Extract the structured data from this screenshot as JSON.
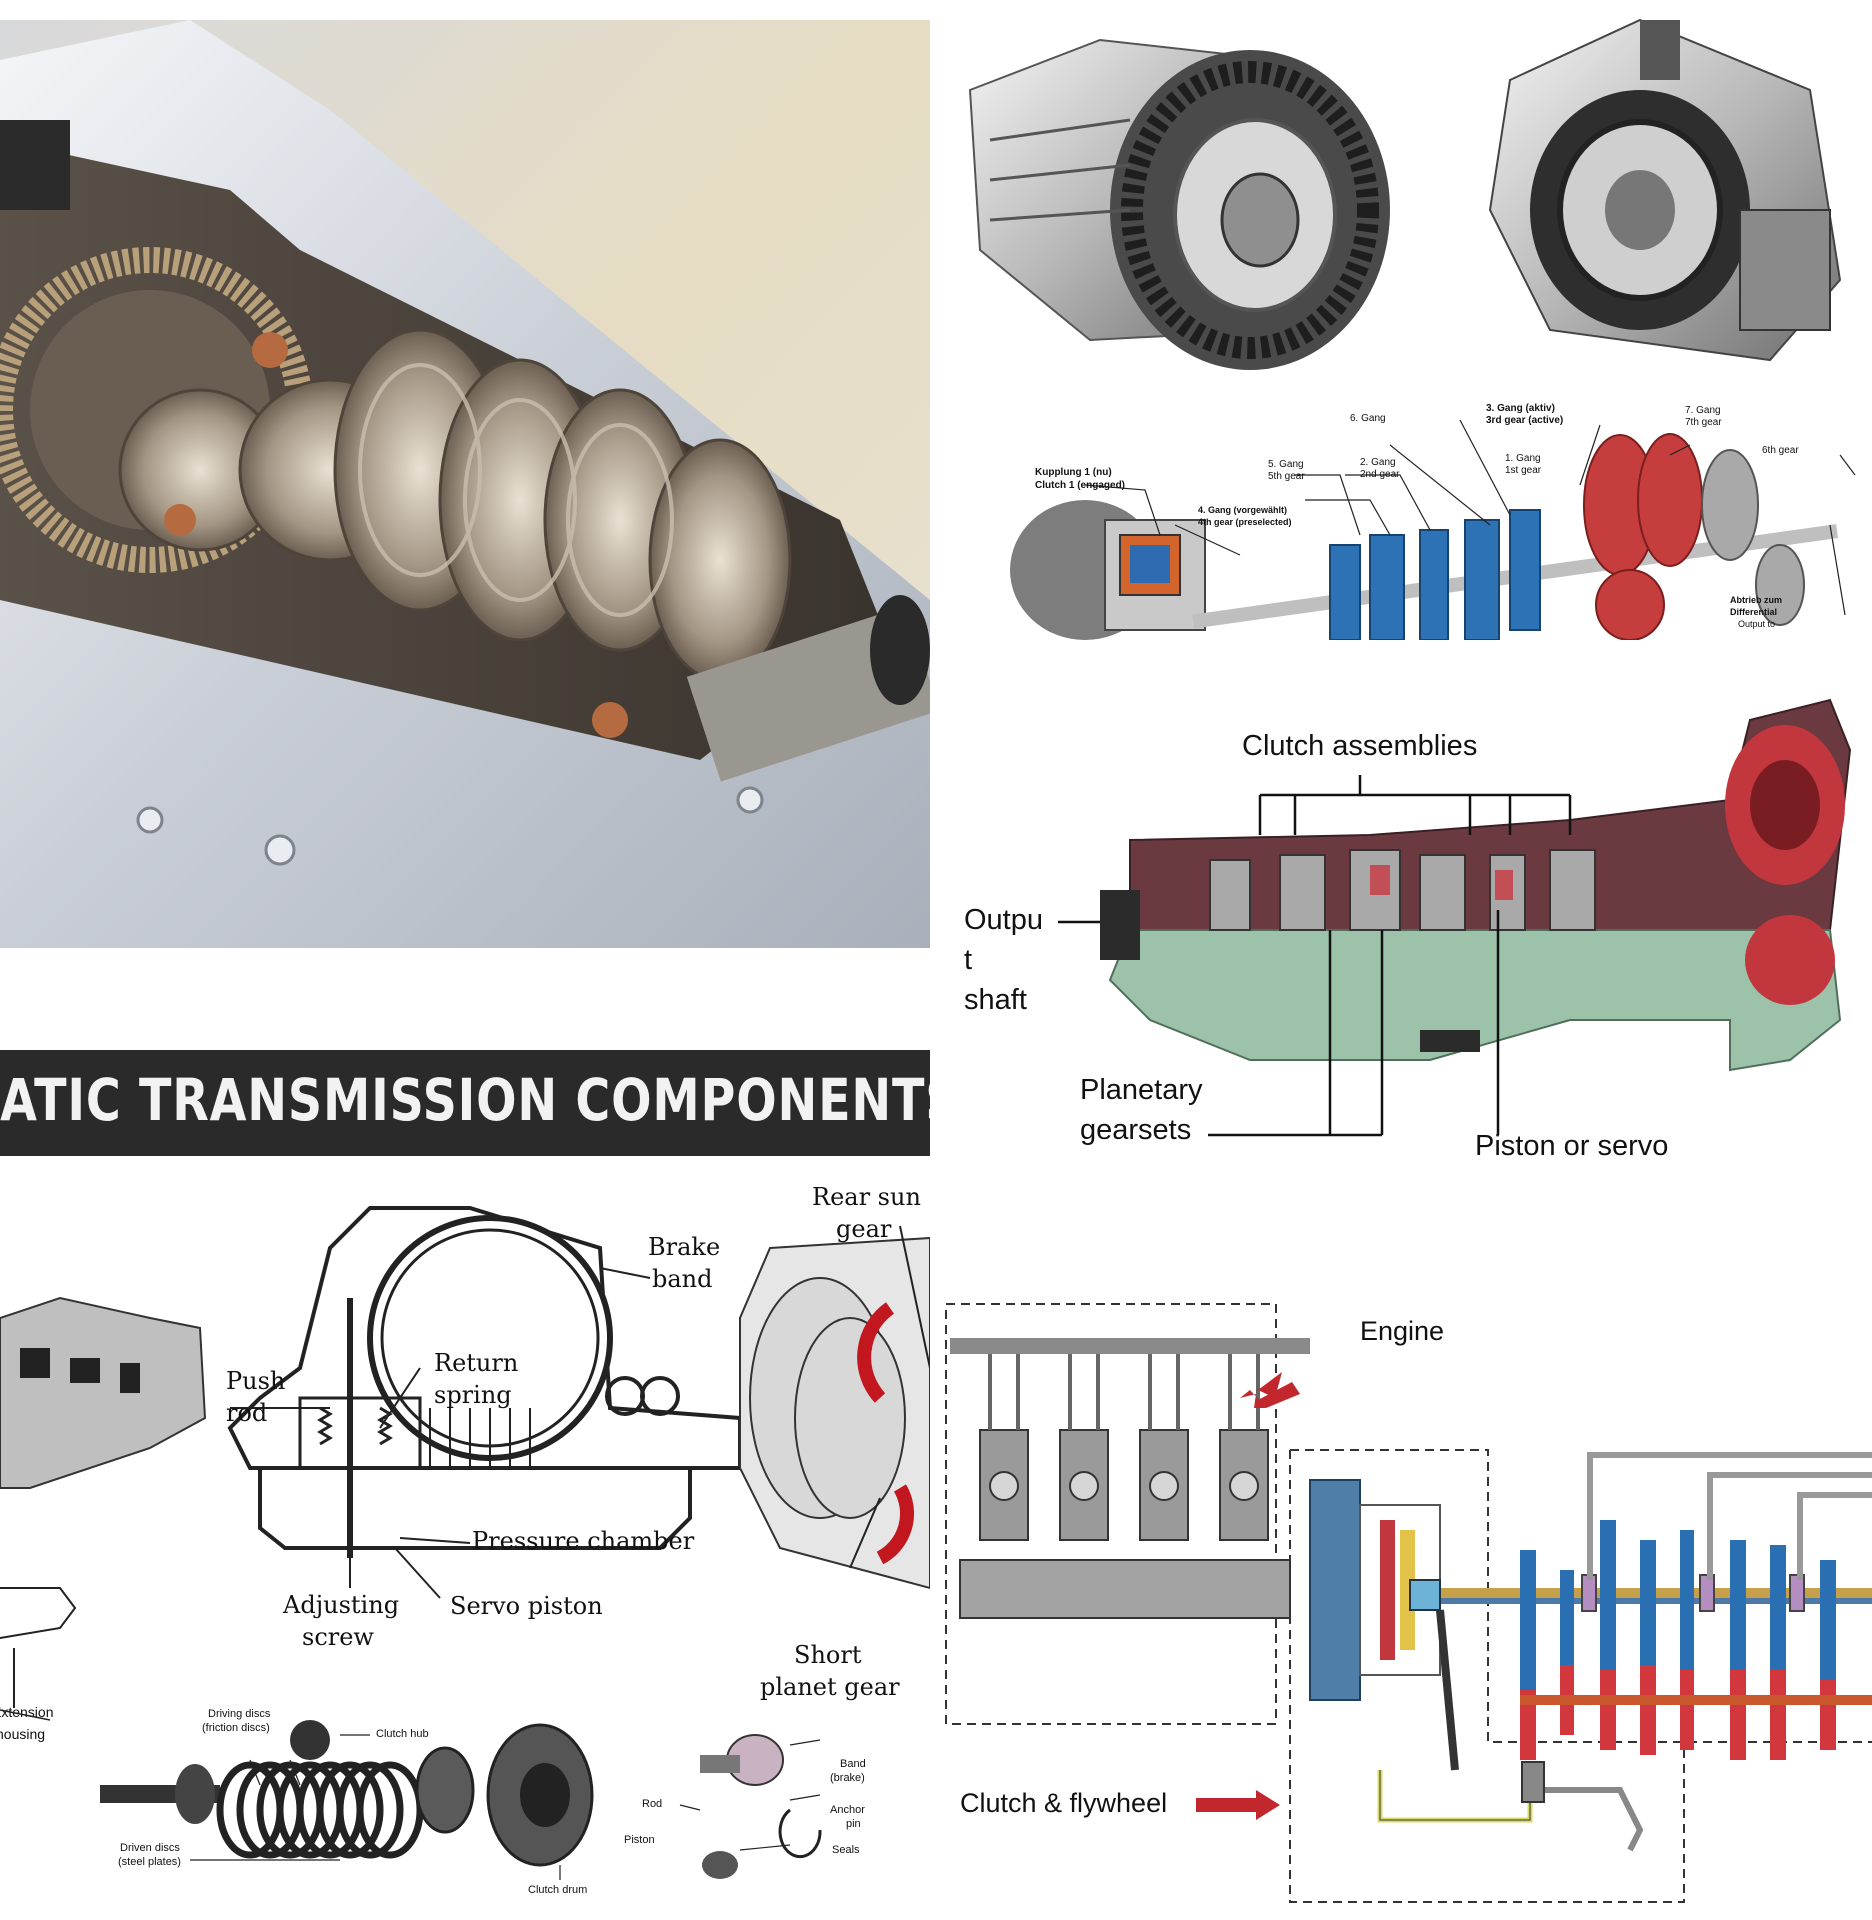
{
  "banner": {
    "text": "MATIC TRANSMISSION COMPONENTS AND OPE"
  },
  "cutaway_diagram": {
    "labels": {
      "clutch_assemblies": "Clutch assemblies",
      "output_line1": "Outpu",
      "output_line2": "t",
      "output_line3": "shaft",
      "planetary_line1": "Planetary",
      "planetary_line2": "gearsets",
      "piston": "Piston or servo"
    }
  },
  "servo_diagram": {
    "labels": {
      "brake_line1": "Brake",
      "brake_line2": "band",
      "return_line1": "Return",
      "return_line2": "spring",
      "push_line1": "Push",
      "push_line2": "rod",
      "pressure": "Pressure chamber",
      "adjusting_line1": "Adjusting",
      "adjusting_line2": "screw",
      "servo_piston": "Servo piston",
      "rear_sun_line1": "Rear sun",
      "rear_sun_line2": "gear",
      "short_planet_line1": "Short",
      "short_planet_line2": "planet gear",
      "extension_line1": "Extension",
      "extension_line2": "housing"
    }
  },
  "powertrain_diagram": {
    "labels": {
      "engine": "Engine",
      "clutch_flywheel": "Clutch & flywheel"
    }
  },
  "gear_diagram": {
    "labels": {
      "coupling_line1": "Kupplung 1 (nu)",
      "coupling_line2": "Clutch 1 (engaged)",
      "gear5": "5. Gang",
      "gear5_en": "5th gear",
      "gear2": "2. Gang",
      "gear2_en": "2nd gear",
      "gear1": "1. Gang",
      "gear1_en": "1st gear",
      "gear3": "3. Gang (aktiv)",
      "gear3_en": "3rd gear (active)",
      "gear7": "7. Gang",
      "gear7_en": "7th gear",
      "gear6": "6. Gang",
      "gear6_en": "6th gear",
      "gear4": "4. Gang (vorgewählt)",
      "gear4_en": "4th gear (preselected)",
      "output_line1": "Abtrieb zum",
      "output_line2": "Differential",
      "output_line3": "Output to"
    }
  },
  "clutch_parts": {
    "labels": {
      "driving_discs": "Driving discs",
      "driving_discs_sub": "(friction discs)",
      "clutch_hub": "Clutch hub",
      "driven_discs": "Driven discs",
      "driven_discs_sub": "(steel plates)",
      "clutch_drum": "Clutch drum",
      "band": "Band",
      "band_sub": "(brake)",
      "anchor": "Anchor",
      "anchor_sub": "pin",
      "rod": "Rod",
      "piston": "Piston",
      "seals": "Seals"
    }
  }
}
